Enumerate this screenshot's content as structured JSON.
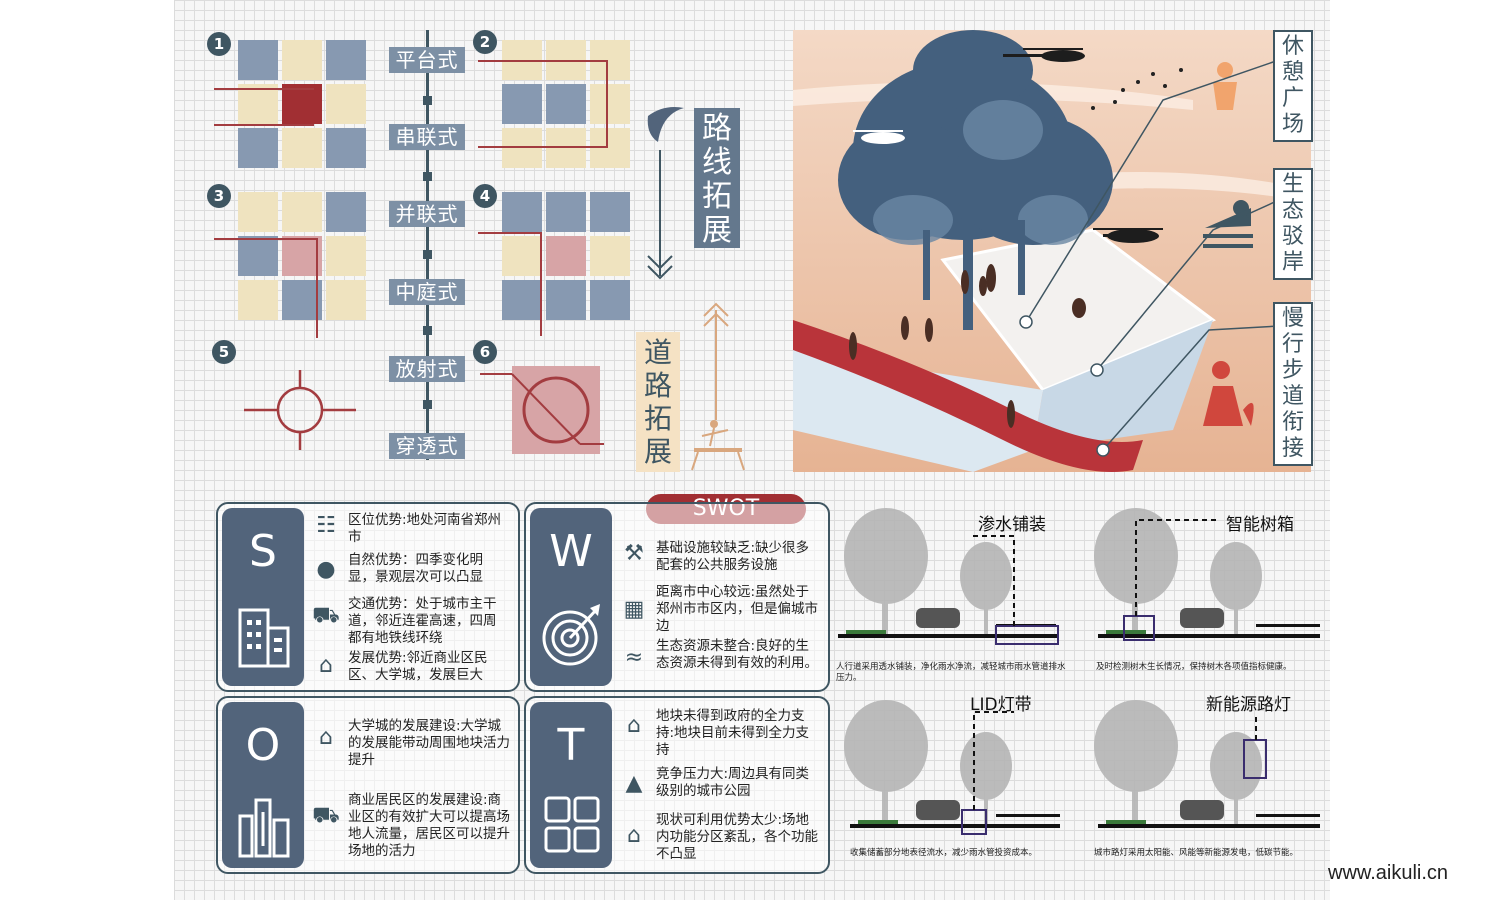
{
  "route_types": [
    "平台式",
    "串联式",
    "并联式",
    "中庭式",
    "放射式",
    "穿透式"
  ],
  "diagram_numbers": [
    "1",
    "2",
    "3",
    "4",
    "5",
    "6"
  ],
  "route_expand": "路线拓展",
  "road_expand": "道路拓展",
  "scene_labels": {
    "rest_plaza": "休憩广场",
    "eco_revetment": "生态驳岸",
    "slow_walk": "慢行步道衔接"
  },
  "swot": {
    "title": "SWOT",
    "letters": {
      "s": "S",
      "w": "W",
      "o": "O",
      "t": "T"
    },
    "s_items": [
      {
        "icon": "map-icon",
        "text": "区位优势:地处河南省郑州市"
      },
      {
        "icon": "globe-icon",
        "text": "自然优势：四季变化明显，景观层次可以凸显"
      },
      {
        "icon": "train-icon",
        "text": "交通优势：处于城市主干道，邻近连霍高速，四周都有地铁线环绕"
      },
      {
        "icon": "house-icon",
        "text": "发展优势:邻近商业区民区、大学城，发展巨大"
      }
    ],
    "w_items": [
      {
        "icon": "tools-icon",
        "text": "基础设施较缺乏:缺少很多配套的公共服务设施"
      },
      {
        "icon": "building-icon",
        "text": "距离市中心较远:虽然处于郑州市市区内，但是偏城市边"
      },
      {
        "icon": "water-icon",
        "text": "生态资源未整合:良好的生态资源未得到有效的利用。"
      }
    ],
    "o_items": [
      {
        "icon": "school-icon",
        "text": "大学城的发展建设:大学城的发展能带动周围地块活力提升"
      },
      {
        "icon": "train-icon",
        "text": "商业居民区的发展建设:商业区的有效扩大可以提高场地人流量，居民区可以提升场地的活力"
      }
    ],
    "t_items": [
      {
        "icon": "bank-icon",
        "text": "地块未得到政府的全力支持:地块目前未得到全力支持"
      },
      {
        "icon": "chart-icon",
        "text": "竞争压力大:周边具有同类级别的城市公园"
      },
      {
        "icon": "house-icon",
        "text": "现状可利用优势太少:场地内功能分区紊乱，各个功能不凸显"
      }
    ]
  },
  "details": [
    {
      "title": "渗水铺装",
      "caption": "人行道采用透水铺装，净化雨水净流，减轻城市雨水管道排水压力。"
    },
    {
      "title": "智能树箱",
      "caption": "及时检测树木生长情况，保持树木各项值指标健康。"
    },
    {
      "title": "LID灯带",
      "caption": "收集储蓄部分地表径流水，减少雨水管投资成本。"
    },
    {
      "title": "新能源路灯",
      "caption": "城市路灯采用太阳能、风能等新能源发电，低碳节能。"
    }
  ],
  "watermark": "www.aikuli.cn",
  "colors": {
    "navy": "#3f5662",
    "slate": "#52647b",
    "red": "#a12f33",
    "sand": "#efe3bf",
    "blue": "#8799b1"
  }
}
